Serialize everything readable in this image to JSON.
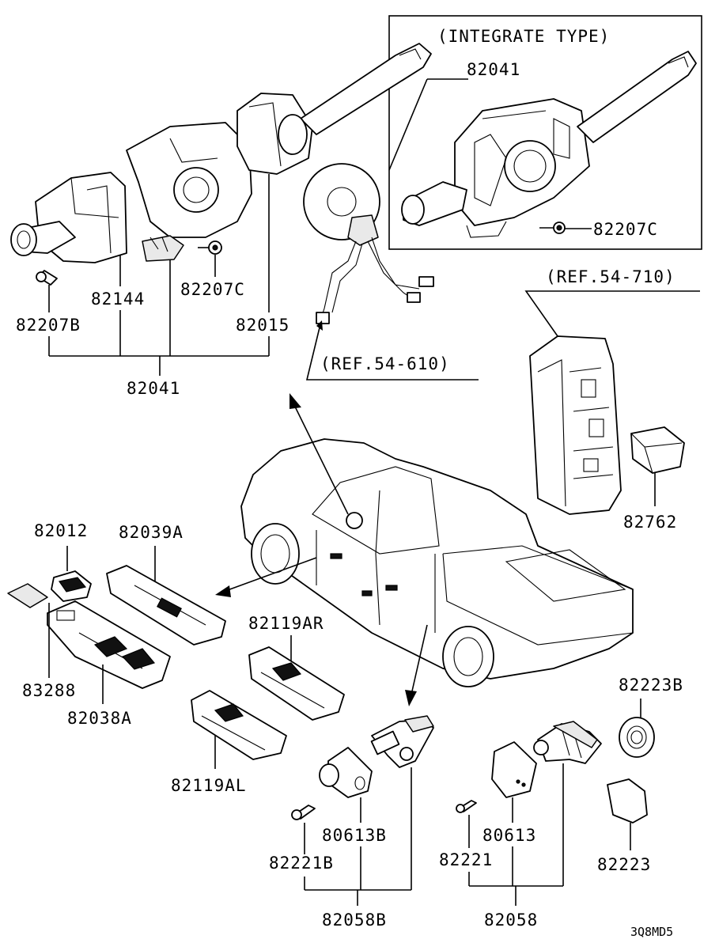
{
  "labels": {
    "integrate_type": "(INTEGRATE TYPE)",
    "p82041_integ": "82041",
    "p82207c_integ": "82207C",
    "ref_54_710": "(REF.54-710)",
    "ref_54_610": "(REF.54-610)",
    "p82144": "82144",
    "p82207c": "82207C",
    "p82207b": "82207B",
    "p82015": "82015",
    "p82041": "82041",
    "p82762": "82762",
    "p82012": "82012",
    "p82039a": "82039A",
    "p83288": "83288",
    "p82038a": "82038A",
    "p82119ar": "82119AR",
    "p82119al": "82119AL",
    "p82223b": "82223B",
    "p80613b": "80613B",
    "p82221b": "82221B",
    "p82058b": "82058B",
    "p80613": "80613",
    "p82221": "82221",
    "p82223": "82223",
    "p82058": "82058",
    "diagram_code": "3Q8MD5"
  }
}
